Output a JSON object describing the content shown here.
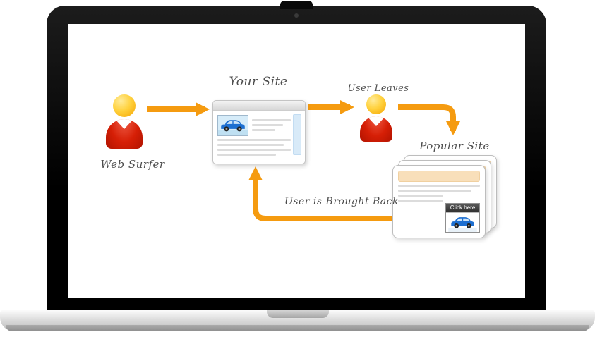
{
  "diagram": {
    "nodes": [
      {
        "id": "web-surfer",
        "label": "Web Surfer",
        "type": "person"
      },
      {
        "id": "your-site",
        "label": "Your Site",
        "type": "browser-window"
      },
      {
        "id": "user-leaves",
        "label": "User Leaves",
        "type": "person"
      },
      {
        "id": "popular-site",
        "label": "Popular Site",
        "type": "browser-stack"
      }
    ],
    "edges": [
      {
        "from": "web-surfer",
        "to": "your-site",
        "label": ""
      },
      {
        "from": "your-site",
        "to": "user-leaves",
        "label": ""
      },
      {
        "from": "user-leaves",
        "to": "popular-site",
        "label": ""
      },
      {
        "from": "popular-site",
        "to": "your-site",
        "label": "User is Brought Back"
      }
    ],
    "retargeting_ad": {
      "button_label": "Click here"
    }
  },
  "icons": {
    "web_surfer": "person-icon",
    "user_leaves": "person-icon",
    "ad_image": "car-icon",
    "site_thumbnail": "car-icon"
  },
  "colors": {
    "arrow_orange": "#F59B10",
    "person_body_red": "#D61F06",
    "person_head_yellow": "#FFD23F",
    "popular_header_tan": "#F8DFBA",
    "car_blue": "#1D6FD1",
    "bezel_black": "#000000",
    "base_silver": "#C9C9C9"
  }
}
